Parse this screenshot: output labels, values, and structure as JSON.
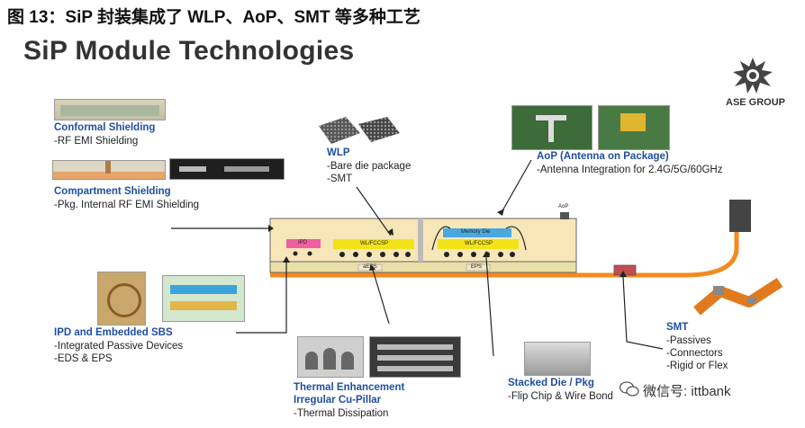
{
  "figure_title": "图 13：SiP 封装集成了 WLP、AoP、SMT 等多种工艺",
  "slide_title": "SiP Module Technologies",
  "logo": {
    "text": "ASE GROUP"
  },
  "sections": {
    "conformal": {
      "title": "Conformal Shielding",
      "lines": [
        "-RF EMI Shielding"
      ]
    },
    "compartment": {
      "title": "Compartment Shielding",
      "lines": [
        "-Pkg. Internal RF EMI Shielding"
      ]
    },
    "wlp": {
      "title": "WLP",
      "lines": [
        "-Bare die package",
        "-SMT"
      ]
    },
    "aop": {
      "title": "AoP (Antenna on Package)",
      "lines": [
        "-Antenna Integration for 2.4G/5G/60GHz"
      ]
    },
    "ipd": {
      "title": "IPD and Embedded SBS",
      "lines": [
        "-Integrated Passive Devices",
        "-EDS & EPS"
      ]
    },
    "thermal": {
      "title_lines": [
        "Thermal Enhancement",
        "Irregular Cu-Pillar"
      ],
      "lines": [
        "-Thermal Dissipation"
      ]
    },
    "stacked": {
      "title": "Stacked Die / Pkg",
      "lines": [
        "-Flip Chip & Wire Bond"
      ]
    },
    "smt": {
      "title": "SMT",
      "lines": [
        "-Passives",
        "-Connectors",
        "-Rigid or Flex"
      ]
    }
  },
  "diagram_labels": {
    "ipd": "IPD",
    "wlfccsp_1": "WL/FCCSP",
    "wlfccsp_2": "WL/FCCSP",
    "memory_die": "Memory Die",
    "aop": "AoP",
    "eds": "aEDS",
    "eps": "EPS"
  },
  "watermark": "微信号: ittbank",
  "colors": {
    "title_blue": "#1f4e9f",
    "substrate_orange": "#f28a1e",
    "module_fill": "#f7e7b8",
    "chip_yellow": "#f2e21a",
    "memory_blue": "#4aa8df",
    "ipd_pink": "#ef5fa0",
    "flex_orange": "#f28a1e"
  }
}
